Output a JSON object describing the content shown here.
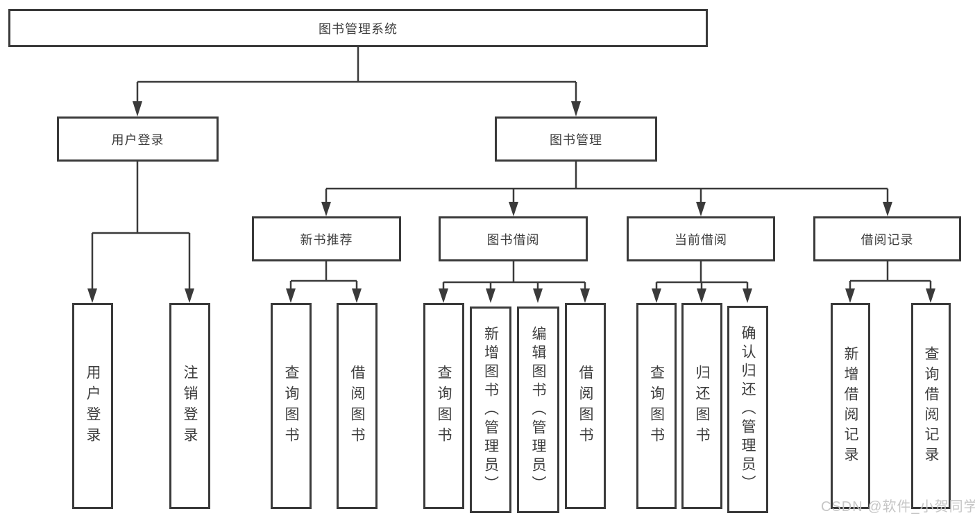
{
  "diagram": {
    "root": {
      "label": "图书管理系统"
    },
    "branches": [
      {
        "label": "用户登录",
        "children": [
          {
            "label": "用户登录"
          },
          {
            "label": "注销登录"
          }
        ]
      },
      {
        "label": "图书管理",
        "children": [
          {
            "label": "新书推荐",
            "children": [
              {
                "label": "查询图书"
              },
              {
                "label": "借阅图书"
              }
            ]
          },
          {
            "label": "图书借阅",
            "children": [
              {
                "label": "查询图书"
              },
              {
                "label": "新增图书（管理员）"
              },
              {
                "label": "编辑图书（管理员）"
              },
              {
                "label": "借阅图书"
              }
            ]
          },
          {
            "label": "当前借阅",
            "children": [
              {
                "label": "查询图书"
              },
              {
                "label": "归还图书"
              },
              {
                "label": "确认归还（管理员）"
              }
            ]
          },
          {
            "label": "借阅记录",
            "children": [
              {
                "label": "新增借阅记录"
              },
              {
                "label": "查询借阅记录"
              }
            ]
          }
        ]
      }
    ],
    "colors": {
      "line": "#3a3a3a",
      "text": "#3d3d3d",
      "background": "#ffffff",
      "watermark": "#c6c6c6"
    },
    "watermark": {
      "text": "CSDN @软件_小贺同学"
    }
  }
}
